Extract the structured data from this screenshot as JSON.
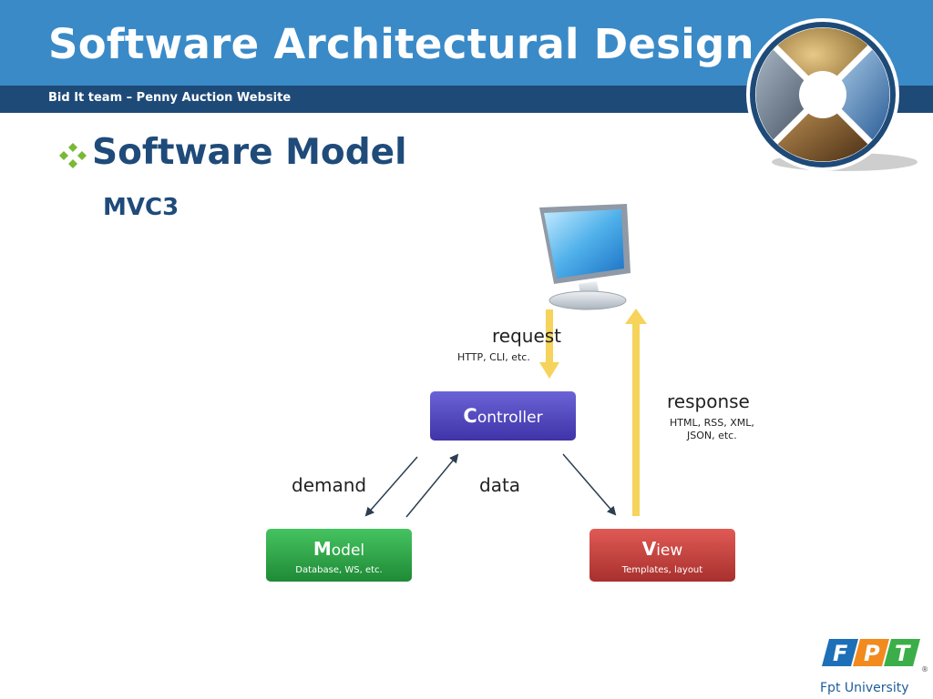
{
  "slide": {
    "title": "Software Architectural Design",
    "subtitle": "Bid It team – Penny Auction Website",
    "heading": "Software Model",
    "subheading": "MVC3",
    "bullet_icon": "diamond-cluster-bullet-icon"
  },
  "diagram": {
    "request_label": "request",
    "request_sub": "HTTP, CLI, etc.",
    "response_label": "response",
    "response_sub_1": "HTML, RSS, XML,",
    "response_sub_2": "JSON, etc.",
    "demand_label": "demand",
    "data_label": "data",
    "controller_initial": "C",
    "controller_rest": "ontroller",
    "model_initial": "M",
    "model_rest": "odel",
    "model_sub": "Database, WS, etc.",
    "view_initial": "V",
    "view_rest": "iew",
    "view_sub": "Templates, layout",
    "computer_icon": "computer-monitor-icon"
  },
  "logo": {
    "letters": "FPT",
    "registered": "®",
    "caption": "Fpt University"
  },
  "colors": {
    "header": "#3a8ac8",
    "subbar": "#1e4a78",
    "heading": "#1f4b7a",
    "controller": "#5046b8",
    "model": "#2fa84a",
    "view": "#c8403c",
    "arrow_yellow": "#f6d35a"
  }
}
